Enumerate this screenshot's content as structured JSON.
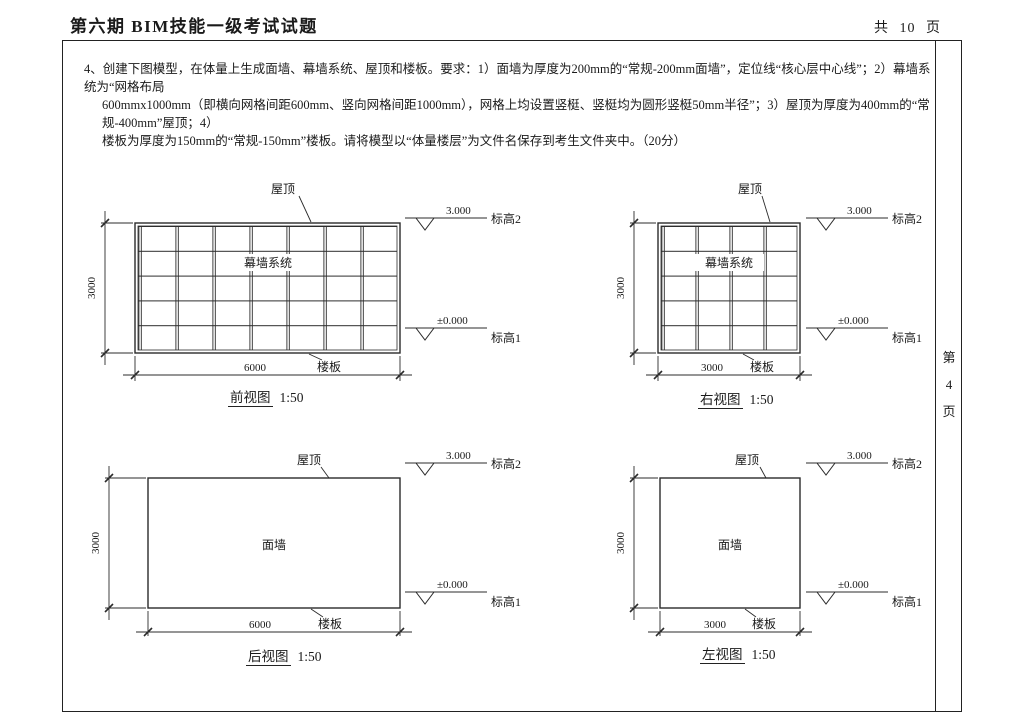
{
  "header": {
    "title": "第六期 BIM技能一级考试试题",
    "pages_total": "共 10 页"
  },
  "side_page": {
    "chars": [
      "第",
      "4",
      "页"
    ]
  },
  "question": {
    "line1": "4、创建下图模型，在体量上生成面墙、幕墙系统、屋顶和楼板。要求：1）面墙为厚度为200mm的“常规-200mm面墙”，定位线“核心层中心线”；2）幕墙系统为“网格布局",
    "line2": "600mmx1000mm（即横向网格间距600mm、竖向网格间距1000mm），网格上均设置竖梃、竖梃均为圆形竖梃50mm半径”；3）屋顶为厚度为400mm的“常规-400mm”屋顶；4）",
    "line3": "楼板为厚度为150mm的“常规-150mm”楼板。请将模型以“体量楼层”为文件名保存到考生文件夹中。（20分）"
  },
  "drawings": {
    "front": {
      "view": "前视图",
      "scale": "1:50",
      "wall": "幕墙系统",
      "roof": "屋顶",
      "slab": "楼板",
      "width": "6000",
      "height": "3000",
      "elev_top": "3.000",
      "elev_top_name": "标高2",
      "elev_bot": "±0.000",
      "elev_bot_name": "标高1"
    },
    "right": {
      "view": "右视图",
      "scale": "1:50",
      "wall": "幕墙系统",
      "roof": "屋顶",
      "slab": "楼板",
      "width": "3000",
      "height": "3000",
      "elev_top": "3.000",
      "elev_top_name": "标高2",
      "elev_bot": "±0.000",
      "elev_bot_name": "标高1"
    },
    "back": {
      "view": "后视图",
      "scale": "1:50",
      "wall": "面墙",
      "roof": "屋顶",
      "slab": "楼板",
      "width": "6000",
      "height": "3000",
      "elev_top": "3.000",
      "elev_top_name": "标高2",
      "elev_bot": "±0.000",
      "elev_bot_name": "标高1"
    },
    "left": {
      "view": "左视图",
      "scale": "1:50",
      "wall": "面墙",
      "roof": "屋顶",
      "slab": "楼板",
      "width": "3000",
      "height": "3000",
      "elev_top": "3.000",
      "elev_top_name": "标高2",
      "elev_bot": "±0.000",
      "elev_bot_name": "标高1"
    }
  }
}
